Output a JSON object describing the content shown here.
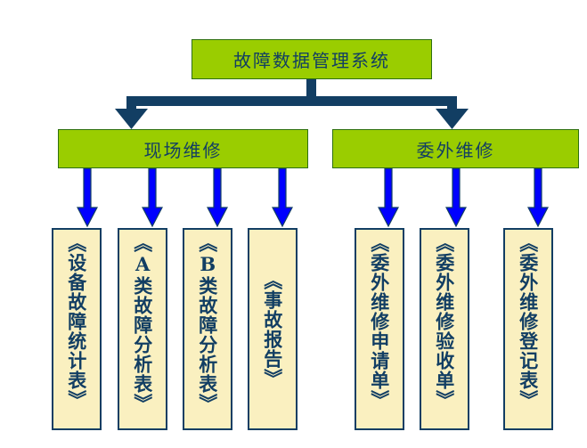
{
  "diagram": {
    "title_text": "故障数据管理系统",
    "colors": {
      "node_green_fill": "#9ACD00",
      "node_green_border": "#2E7010",
      "leaf_fill": "#FAF0C0",
      "leaf_border": "#123E63",
      "text_navy": "#123E63",
      "arrow_blue": "#0000FF",
      "arrow_navy": "#123E63",
      "background": "#FFFFFF"
    },
    "root": {
      "label": "故障数据管理系统"
    },
    "branches": [
      {
        "id": "onsite",
        "label": "现场维修",
        "leaves": [
          {
            "id": "equipment-fault-statistics",
            "label": "《设备故障统计表》"
          },
          {
            "id": "class-a-fault-analysis",
            "label": "《A类故障分析表》"
          },
          {
            "id": "class-b-fault-analysis",
            "label": "《B类故障分析表》"
          },
          {
            "id": "accident-report",
            "label": "《事故报告》"
          }
        ]
      },
      {
        "id": "outsourced",
        "label": "委外维修",
        "leaves": [
          {
            "id": "outsourced-repair-application",
            "label": "《委外维修申请单》"
          },
          {
            "id": "outsourced-repair-acceptance",
            "label": "《委外维修验收单》"
          },
          {
            "id": "outsourced-repair-registration",
            "label": "《委外维修登记表》"
          }
        ]
      }
    ]
  }
}
